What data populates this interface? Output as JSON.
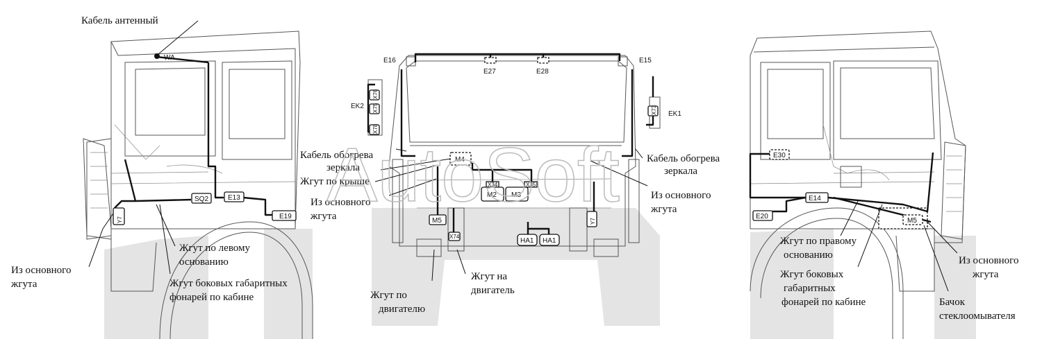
{
  "labels": {
    "antenna_cable": "Кабель антенный",
    "left_from_main": [
      "Из основного",
      "жгута"
    ],
    "left_base_harness": [
      "Жгут по левому",
      "основанию"
    ],
    "left_side_lamps": [
      "Жгут боковых габаритных",
      "фонарей по кабине"
    ],
    "mirror_heat_left": [
      "Кабель обогрева",
      "зеркала"
    ],
    "roof_harness": "Жгут по крыше",
    "center_from_main": [
      "Из основного",
      "жгута"
    ],
    "engine_along": [
      "Жгут по",
      "двигателю"
    ],
    "engine_to": [
      "Жгут на",
      "двигатель"
    ],
    "mirror_heat_right": [
      "Кабель обогрева",
      "зеркала"
    ],
    "right_from_main_top": [
      "Из основного",
      "жгута"
    ],
    "right_base_harness": [
      "Жгут по правому",
      "основанию"
    ],
    "right_side_lamps": [
      "Жгут боковых",
      "габаритных",
      "фонарей по кабине"
    ],
    "right_from_main_bottom": [
      "Из основного",
      "жгута"
    ],
    "washer_tank": [
      "Бачок",
      "стеклоомывателя"
    ]
  },
  "components": {
    "wa": "WA",
    "sq2": "SQ2",
    "e13": "E13",
    "e19": "E19",
    "y7_left": "Y7",
    "e16": "E16",
    "e15": "E15",
    "e27": "E27",
    "e28": "E28",
    "ek2": "EK2",
    "ek1": "EK1",
    "x76": "X76",
    "x75": "X75",
    "x78": "X78",
    "x73": "X73",
    "m4": "M4",
    "x34": "X34",
    "x35": "X35",
    "m2": "M2",
    "m3": "M3",
    "m5_center": "M5",
    "y7_center": "Y7",
    "ha1_a": "HA1",
    "ha1_b": "HA1",
    "x74": "X74",
    "e30": "E30",
    "e14": "E14",
    "e20": "E20",
    "m5_right": "M5"
  },
  "watermark": "AutoSoft"
}
